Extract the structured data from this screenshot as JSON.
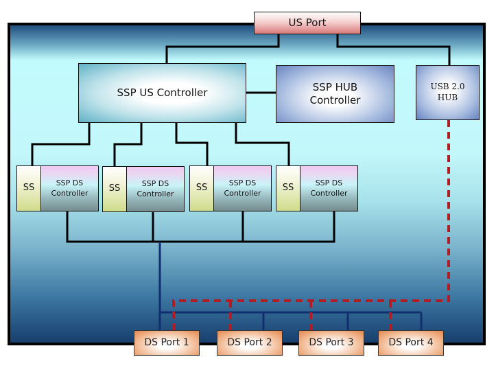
{
  "diagram": {
    "title": "USB 3.0 Hub Architecture",
    "nodes": {
      "us_port": "US Port",
      "ssp_us_controller": "SSP US Controller",
      "ssp_hub_controller_line1": "SSP HUB",
      "ssp_hub_controller_line2": "Controller",
      "usb2_hub_line1": "USB 2.0",
      "usb2_hub_line2": "HUB"
    },
    "ds_controllers": [
      {
        "ss_label": "SS",
        "line1": "SSP DS",
        "line2": "Controller"
      },
      {
        "ss_label": "SS",
        "line1": "SSP DS",
        "line2": "Controller"
      },
      {
        "ss_label": "SS",
        "line1": "SSP DS",
        "line2": "Controller"
      },
      {
        "ss_label": "SS",
        "line1": "SSP DS",
        "line2": "Controller"
      }
    ],
    "ds_ports": [
      "DS Port 1",
      "DS Port 2",
      "DS Port 3",
      "DS Port 4"
    ],
    "colors": {
      "superspeed_wire": "#000000",
      "port_bus_wire": "#0f2f6e",
      "usb2_wire": "#b01e23",
      "frame_border": "#000000"
    }
  }
}
